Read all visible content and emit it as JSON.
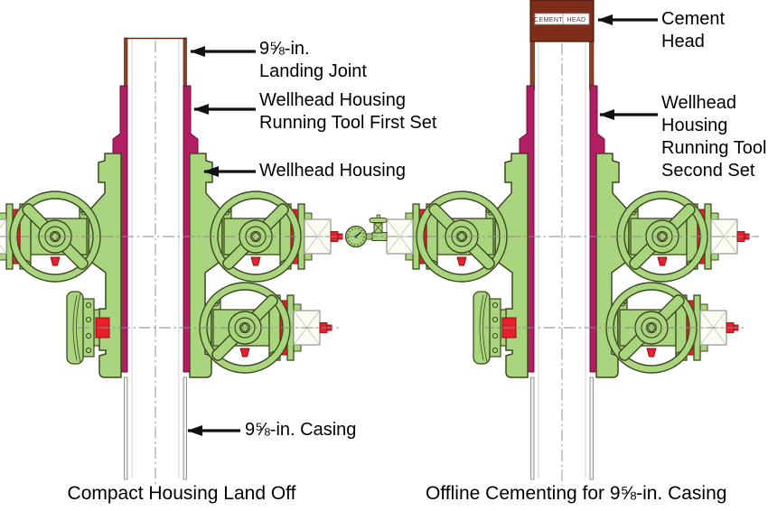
{
  "figure": {
    "type": "engineering-diagram",
    "subject": "Compact wellhead housing land-off and offline cementing schematic",
    "left_assembly": {
      "caption": "Compact Housing Land Off",
      "callouts": {
        "landing_joint": "9⅝-in.\nLanding Joint",
        "running_tool_first": "Wellhead Housing\nRunning Tool First Set",
        "wellhead_housing": "Wellhead Housing",
        "casing": "9⅝-in. Casing"
      }
    },
    "right_assembly": {
      "caption": "Offline Cementing for 9⅝-in. Casing",
      "callouts": {
        "cement_head": "Cement Head",
        "running_tool_second": "Wellhead Housing\nRunning Tool\nSecond Set"
      },
      "cement_head_stencil": {
        "left": "CEMENT",
        "right": "HEAD"
      }
    },
    "colors": {
      "housing_green": "#a9d57e",
      "running_tool_magenta": "#b21e63",
      "cement_head_brown": "#7c2e1b",
      "pipe_wall_brown": "#8a4326",
      "seal_red": "#e8202a",
      "outline": "#3c481f",
      "label_text": "#000000"
    }
  }
}
